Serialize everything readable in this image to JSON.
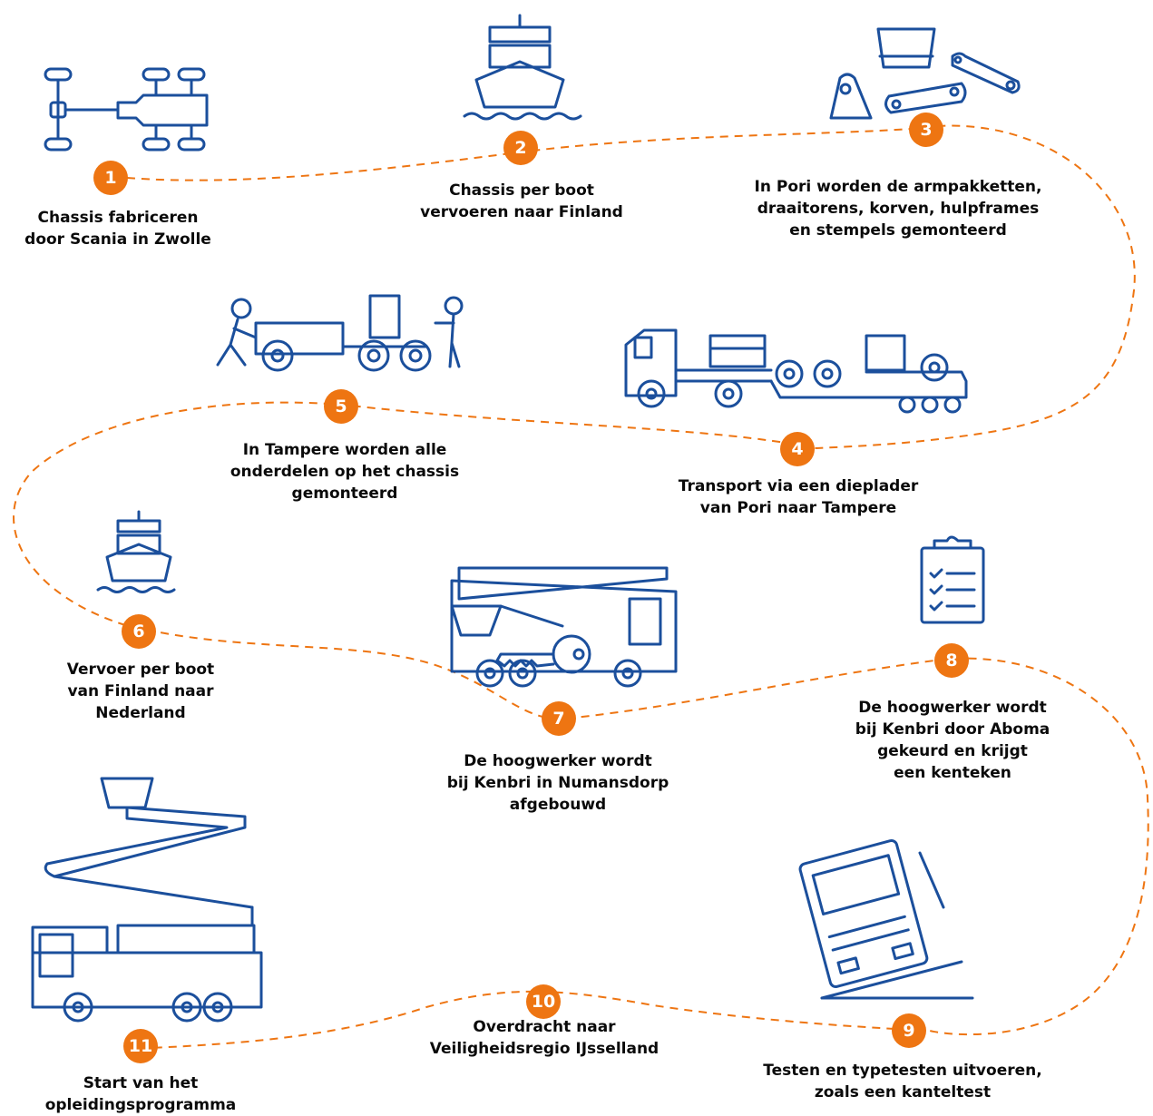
{
  "colors": {
    "accent": "#ee7512",
    "icon_stroke": "#1b4f9c",
    "text": "#0a0a0a"
  },
  "steps": [
    {
      "number": "1",
      "icon": "chassis-icon",
      "label": "Chassis fabriceren\ndoor Scania in Zwolle"
    },
    {
      "number": "2",
      "icon": "ship-icon",
      "label": "Chassis per boot\nvervoeren naar Finland"
    },
    {
      "number": "3",
      "icon": "parts-icon",
      "label": "In Pori worden de armpakketten,\ndraaitorens, korven, hulpframes\nen stempels gemonteerd"
    },
    {
      "number": "4",
      "icon": "lowloader-truck-icon",
      "label": "Transport via een dieplader\nvan Pori naar Tampere"
    },
    {
      "number": "5",
      "icon": "workers-assembly-icon",
      "label": "In Tampere worden alle\nonderdelen op het chassis\ngemonteerd"
    },
    {
      "number": "6",
      "icon": "ship-icon",
      "label": "Vervoer per boot\nvan Finland naar\nNederland"
    },
    {
      "number": "7",
      "icon": "aerial-truck-icon",
      "label": "De hoogwerker wordt\nbij Kenbri in Numansdorp\nafgebouwd"
    },
    {
      "number": "8",
      "icon": "clipboard-checklist-icon",
      "label": "De hoogwerker wordt\nbij Kenbri door Aboma\ngekeurd en krijgt\neen kenteken"
    },
    {
      "number": "9",
      "icon": "tilt-test-truck-icon",
      "label": "Testen en typetesten uitvoeren,\nzoals een kanteltest"
    },
    {
      "number": "10",
      "icon": "key-icon",
      "label": "Overdracht naar\nVeiligheidsregio IJsselland"
    },
    {
      "number": "11",
      "icon": "aerial-platform-truck-icon",
      "label": "Start van het\nopleidingsprogramma"
    }
  ]
}
